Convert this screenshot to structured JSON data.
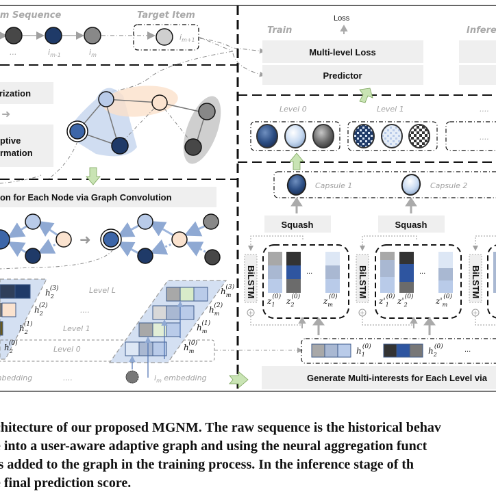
{
  "figure": {
    "left_panel": {
      "sequence_title": "Item Sequence",
      "target_title": "Target Item",
      "sequence_labels": [
        "...",
        "i_{m-1}",
        "i_m"
      ],
      "target_label": "i_{m+1}",
      "step_boxes": [
        "Regularization",
        "Adaptive",
        "Information"
      ],
      "conv_title": "Aggregation for Each Node via Graph Convolution",
      "level_labels": [
        "Level L",
        "....",
        "Level 1",
        "Level 0"
      ],
      "h2_labels": [
        "h_2^{(3)}",
        "h_2^{(2)}",
        "h_2^{(1)}",
        "h_2^{(0)}"
      ],
      "hm_labels": [
        "h_m^{(3)}",
        "h_m^{(2)}",
        "h_m^{(1)}",
        "h_m^{(0)}"
      ],
      "embedding_left": "embedding",
      "embedding_dots": "....",
      "embedding_right": "i_m embedding"
    },
    "right_panel": {
      "loss_label": "Loss",
      "train_title": "Train",
      "inference_title": "Inference",
      "multi_level_loss": "Multi-level Loss",
      "predictor": "Predictor",
      "level0_title": "Level 0",
      "level1_title": "Level 1",
      "more_dots": "....",
      "capsule1": "Capsule 1",
      "capsule2": "Capsule 2",
      "squash": "Squash",
      "bilstm": "BiLSTM",
      "z_labels": [
        "z_1^{(0)}",
        "z_2^{(0)}",
        "z_m^{(0)}"
      ],
      "zp_labels": [
        "z'_1^{(0)}",
        "z'_2^{(0)}",
        "z'_m^{(0)}"
      ],
      "h_row_labels": [
        "h_1^{(0)}",
        "h_2^{(0)}"
      ],
      "ellipsis": "...",
      "generate_title": "Generate Multi-interests for Each Level via"
    },
    "colors": {
      "dark_navy": "#1f3a68",
      "mid_blue": "#3d66a8",
      "light_blue": "#b9cbe9",
      "peach": "#fbe3cf",
      "dark_gray": "#474747",
      "mid_gray": "#888888",
      "light_gray": "#cfcfcf",
      "box_bg": "#efefef",
      "arrow_green": "#c9e4b4"
    }
  },
  "caption": {
    "lines": [
      "chitecture of our proposed MGNM. The raw sequence is the historical behav",
      "e into a user-aware adaptive graph and using the neural aggregation funct",
      "is added to the graph in the training process. In the inference stage of th",
      "e final prediction score."
    ]
  }
}
